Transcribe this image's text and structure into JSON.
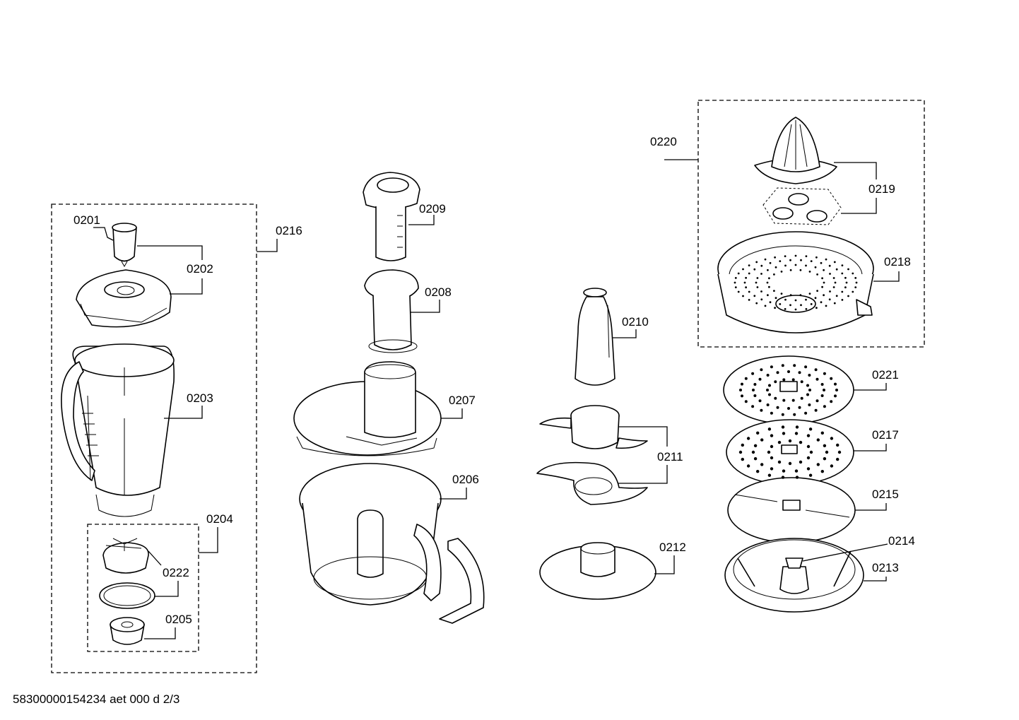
{
  "footer_text": "58300000154234 aet 000 d 2/3",
  "labels": {
    "p0201": "0201",
    "p0202": "0202",
    "p0203": "0203",
    "p0204": "0204",
    "p0205": "0205",
    "p0206": "0206",
    "p0207": "0207",
    "p0208": "0208",
    "p0209": "0209",
    "p0210": "0210",
    "p0211": "0211",
    "p0212": "0212",
    "p0213": "0213",
    "p0214": "0214",
    "p0215": "0215",
    "p0216": "0216",
    "p0217": "0217",
    "p0218": "0218",
    "p0219": "0219",
    "p0220": "0220",
    "p0221": "0221",
    "p0222": "0222"
  }
}
